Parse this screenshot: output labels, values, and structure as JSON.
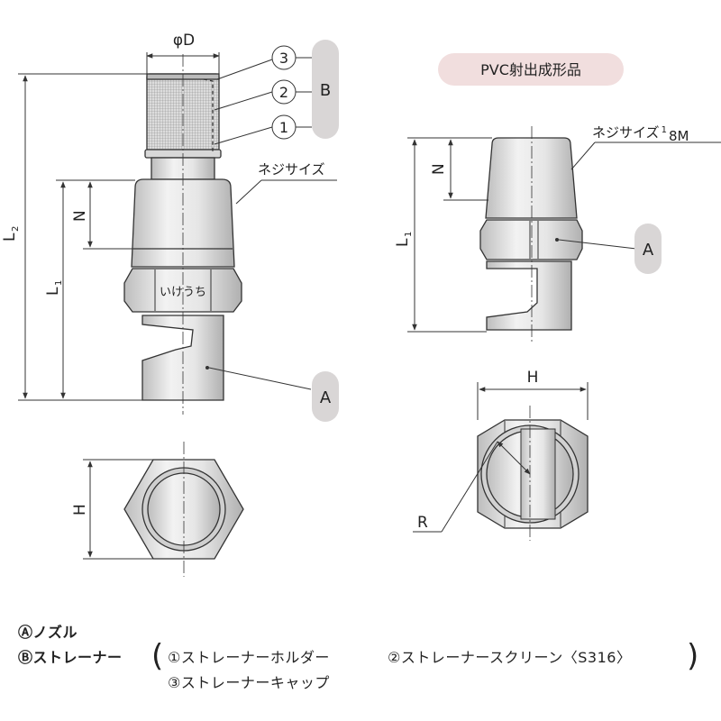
{
  "left_view": {
    "dia_label": "φD",
    "thread_label": "ネジサイズ",
    "callouts": [
      "3",
      "2",
      "1"
    ],
    "group_label": "B",
    "body_label": "A",
    "brand_text": "いけうち",
    "dims": {
      "L2": "L",
      "L2_sub": "2",
      "L1": "L",
      "L1_sub": "1",
      "N": "N",
      "H": "H"
    }
  },
  "right_view": {
    "material_badge": "PVC射出成形品",
    "thread_label": "ネジサイズ",
    "thread_size_num": "1",
    "thread_size_rest": "8M",
    "body_label": "A",
    "dims": {
      "L1": "L",
      "L1_sub": "1",
      "N": "N",
      "H": "H",
      "R": "R"
    }
  },
  "legend": {
    "line1": "Ⓐノズル",
    "line2_head": "Ⓑストレーナー",
    "paren_open": "(",
    "paren_close": ")",
    "part1": "①ストレーナーホルダー",
    "part2": "②ストレーナースクリーン",
    "part2_spec": "〈S316〉",
    "part3": "③ストレーナーキャップ"
  }
}
